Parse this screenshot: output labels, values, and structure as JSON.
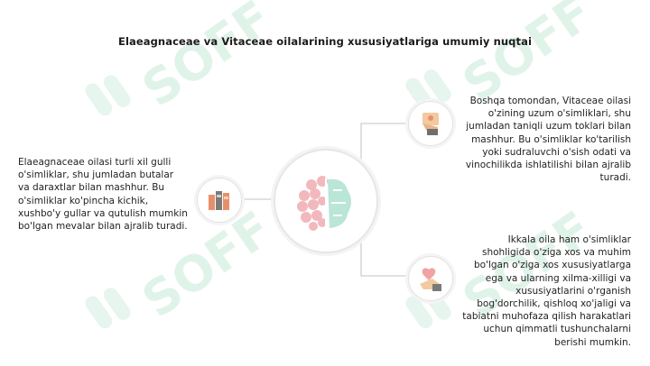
{
  "title": "Elaeagnaceae va Vitaceae oilalarining xususiyatlariga umumiy nuqtai",
  "watermark": "SOFF",
  "left_text": "Elaeagnaceae oilasi turli xil gulli o'simliklar, shu jumladan butalar va daraxtlar bilan mashhur. Bu o'simliklar ko'pincha kichik, xushbo'y gullar va qutulish mumkin bo'lgan mevalar bilan ajralib turadi.",
  "right_top_text": "Boshqa tomondan, Vitaceae oilasi o'zining uzum o'simliklari, shu jumladan taniqli uzum toklari bilan mashhur. Bu o'simliklar ko'tarilish yoki sudraluvchi o'sish odati va vinochilikda ishlatilishi bilan ajralib turadi.",
  "right_bottom_text": "Ikkala oila ham o'simliklar shohligida o'ziga xos va muhim bo'lgan o'ziga xos xususiyatlarga ega va ularning xilma-xilligi va xususiyatlarini o'rganish bog'dorchilik, qishloq xo'jaligi va tabiatni muhofaza qilish harakatlari uchun qimmatli tushunchalarni berishi mumkin.",
  "icons": {
    "center": "brain-icon",
    "left": "books-icon",
    "right_top": "hand-card-icon",
    "right_bottom": "hand-heart-icon"
  },
  "colors": {
    "brain_left": "#f2b8bd",
    "brain_right": "#b9e6d6",
    "line": "#cfcfcf",
    "watermark": "#d6efe2"
  }
}
